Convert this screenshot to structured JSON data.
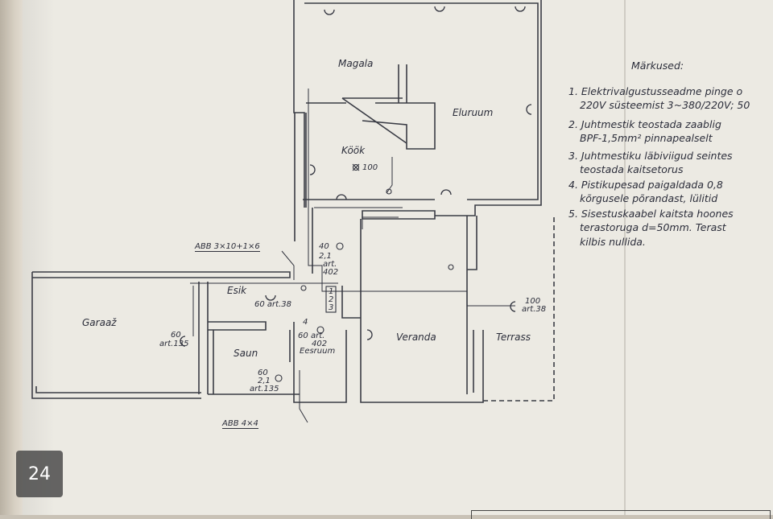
{
  "page_badge": "24",
  "rooms": {
    "magala": "Magala",
    "eluruum": "Eluruum",
    "kook": "Köök",
    "garaaz": "Garaaž",
    "esik": "Esik",
    "saun": "Saun",
    "eesruum": "Eesruum",
    "veranda": "Veranda",
    "terrass": "Terrass"
  },
  "labels": {
    "kook_100": "100",
    "abb_top": "ABB 3×10+1×6",
    "abb_bottom": "ABB 4×4",
    "panel_40": "40",
    "panel_21": "2,1",
    "panel_art": "art.",
    "panel_402": "402",
    "esik_lamp": "60 art.38",
    "garage_60": "60",
    "garage_art": "art.135",
    "eesruum_60": "60",
    "eesruum_art": "art.",
    "eesruum_402": "402",
    "saun_60": "60",
    "saun_21": "2,1",
    "saun_art": "art.135",
    "veranda_100": "100",
    "veranda_art": "art.38",
    "switch_1": "1",
    "switch_2": "2",
    "switch_3": "3",
    "switch_4": "4"
  },
  "notes": {
    "title": "Märkused:",
    "lines": [
      "1. Elektrivalgustusseadme pinge o",
      "220V süsteemist 3~380/220V; 50",
      "2. Juhtmestik teostada zaablig",
      "BPF-1,5mm² pinnapealselt",
      "3. Juhtmestiku läbiviigud seintes",
      "teostada kaitsetorus",
      "4. Pistikupesad paigaldada 0,8",
      "kõrgusele põrandast, lülitid",
      "5. Sisestuskaabel kaitsta hoones",
      "terastoruga d=50mm. Terast",
      "kilbis nullida."
    ]
  }
}
